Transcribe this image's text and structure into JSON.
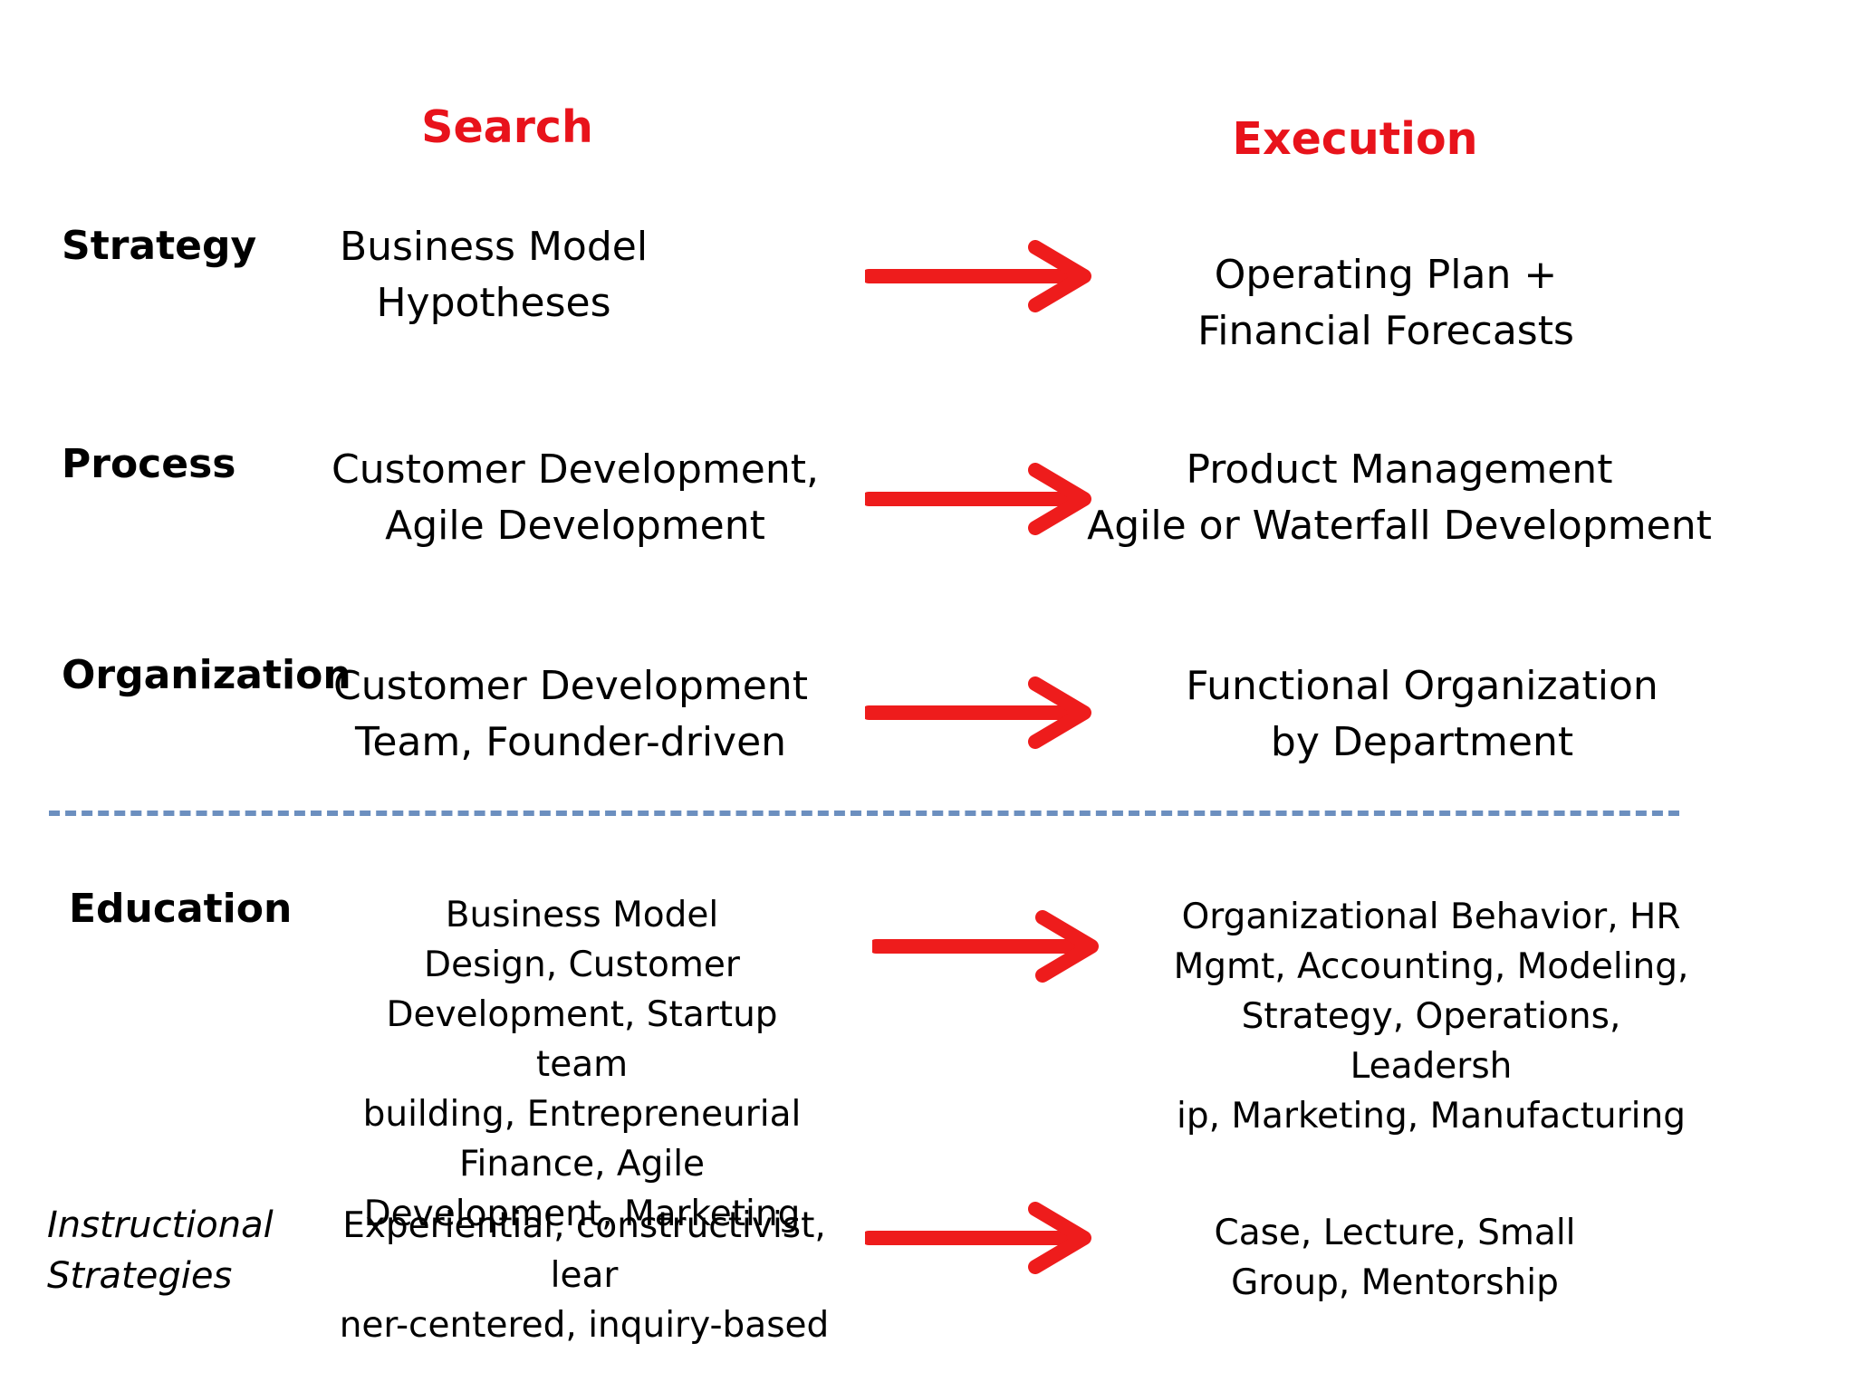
{
  "headers": {
    "search": "Search",
    "execution": "Execution"
  },
  "rows": {
    "strategy": {
      "label": "Strategy",
      "search": "Business Model\nHypotheses",
      "execution": "Operating Plan +\nFinancial Forecasts"
    },
    "process": {
      "label": "Process",
      "search": "Customer Development,\nAgile Development",
      "execution": "Product Management\nAgile or Waterfall Development"
    },
    "organization": {
      "label": "Organization",
      "search": "Customer Development\nTeam, Founder-driven",
      "execution": "Functional Organization\nby Department"
    },
    "education": {
      "label": "Education",
      "search": "Business Model\nDesign, Customer\nDevelopment, Startup team\nbuilding, Entrepreneurial\nFinance, Agile\nDevelopment, Marketing",
      "execution": "Organizational Behavior, HR\nMgmt, Accounting, Modeling,\nStrategy, Operations, Leadersh\nip, Marketing, Manufacturing"
    },
    "instructional": {
      "label": "Instructional\nStrategies",
      "search": "Experiential, constructivist, lear\nner-centered, inquiry-based",
      "execution": "Case, Lecture, Small\nGroup, Mentorship"
    }
  },
  "colors": {
    "header": "#e8131b",
    "arrow": "#ee1c1c",
    "divider": "#6c8fbf"
  },
  "icons": {
    "arrow": "right-arrow-icon"
  }
}
